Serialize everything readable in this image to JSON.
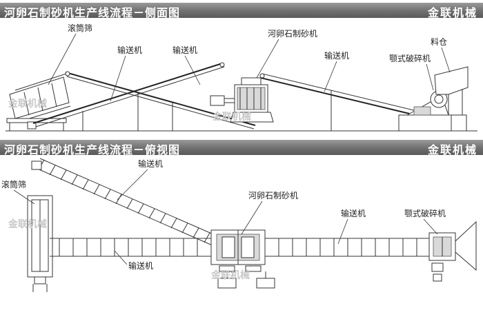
{
  "side_view": {
    "title": "河卵石制砂机生产线流程－侧面图",
    "brand": "金联机械",
    "labels": {
      "trommel": "滚筒筛",
      "conveyor_1": "输送机",
      "conveyor_2": "输送机",
      "sand_maker": "河卵石制砂机",
      "conveyor_3": "输送机",
      "hopper": "料仓",
      "jaw_crusher": "颚式破碎机"
    },
    "watermark": "金联机械"
  },
  "top_view": {
    "title": "河卵石制砂机生产线流程－俯视图",
    "brand": "金联机械",
    "labels": {
      "conveyor_incline": "输送机",
      "trommel": "滚筒筛",
      "sand_maker": "河卵石制砂机",
      "conveyor_right": "输送机",
      "jaw_crusher": "颚式破碎机",
      "conveyor_bottom": "输送机"
    },
    "watermark": "金联机械"
  },
  "colors": {
    "banner": "#6f6f6f",
    "line": "#333333",
    "watermark": "#c8c8c8"
  }
}
